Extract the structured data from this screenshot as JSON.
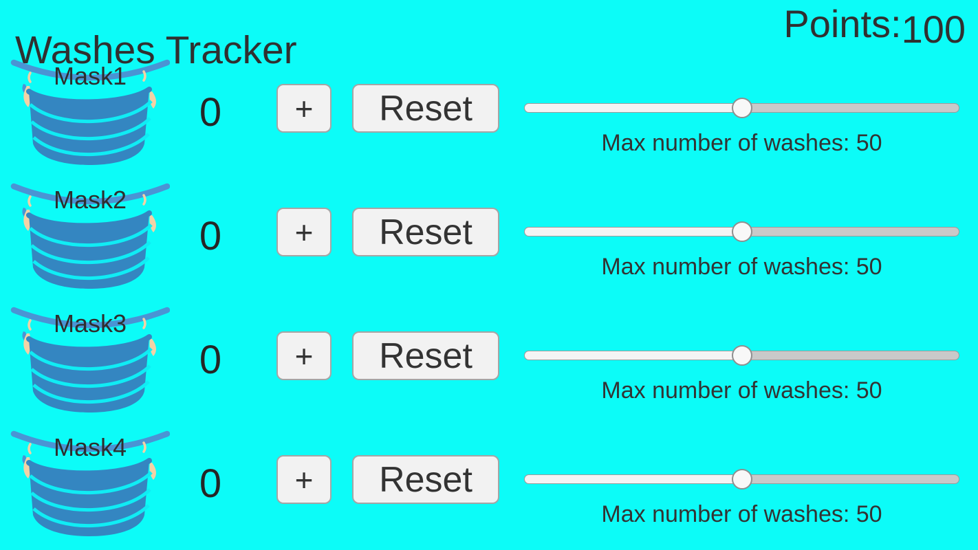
{
  "header": {
    "title": "Washes Tracker",
    "points_label": "Points:",
    "points_value": "100"
  },
  "masks": [
    {
      "name": "Mask1",
      "count": "0",
      "plus_label": "+",
      "reset_label": "Reset",
      "max_label": "Max number of washes: 50",
      "slider": {
        "value": 50,
        "max": 100
      }
    },
    {
      "name": "Mask2",
      "count": "0",
      "plus_label": "+",
      "reset_label": "Reset",
      "max_label": "Max number of washes: 50",
      "slider": {
        "value": 50,
        "max": 100
      }
    },
    {
      "name": "Mask3",
      "count": "0",
      "plus_label": "+",
      "reset_label": "Reset",
      "max_label": "Max number of washes: 50",
      "slider": {
        "value": 50,
        "max": 100
      }
    },
    {
      "name": "Mask4",
      "count": "0",
      "plus_label": "+",
      "reset_label": "Reset",
      "max_label": "Max number of washes: 50",
      "slider": {
        "value": 50,
        "max": 100
      }
    }
  ],
  "colors": {
    "background": "#0cfcf8",
    "text": "#303030",
    "mask_body": "#3486c1",
    "mask_strap": "#4a94d4",
    "mask_pleat": "#10ecf4",
    "ear_skin": "#f2d2a6",
    "button_bg": "#f2f2f2",
    "button_border": "#a5a5a5",
    "slider_track_remainder": "#c9c9c9",
    "slider_track_fill": "#f4f4f4",
    "slider_thumb": "#f8f8f8"
  }
}
